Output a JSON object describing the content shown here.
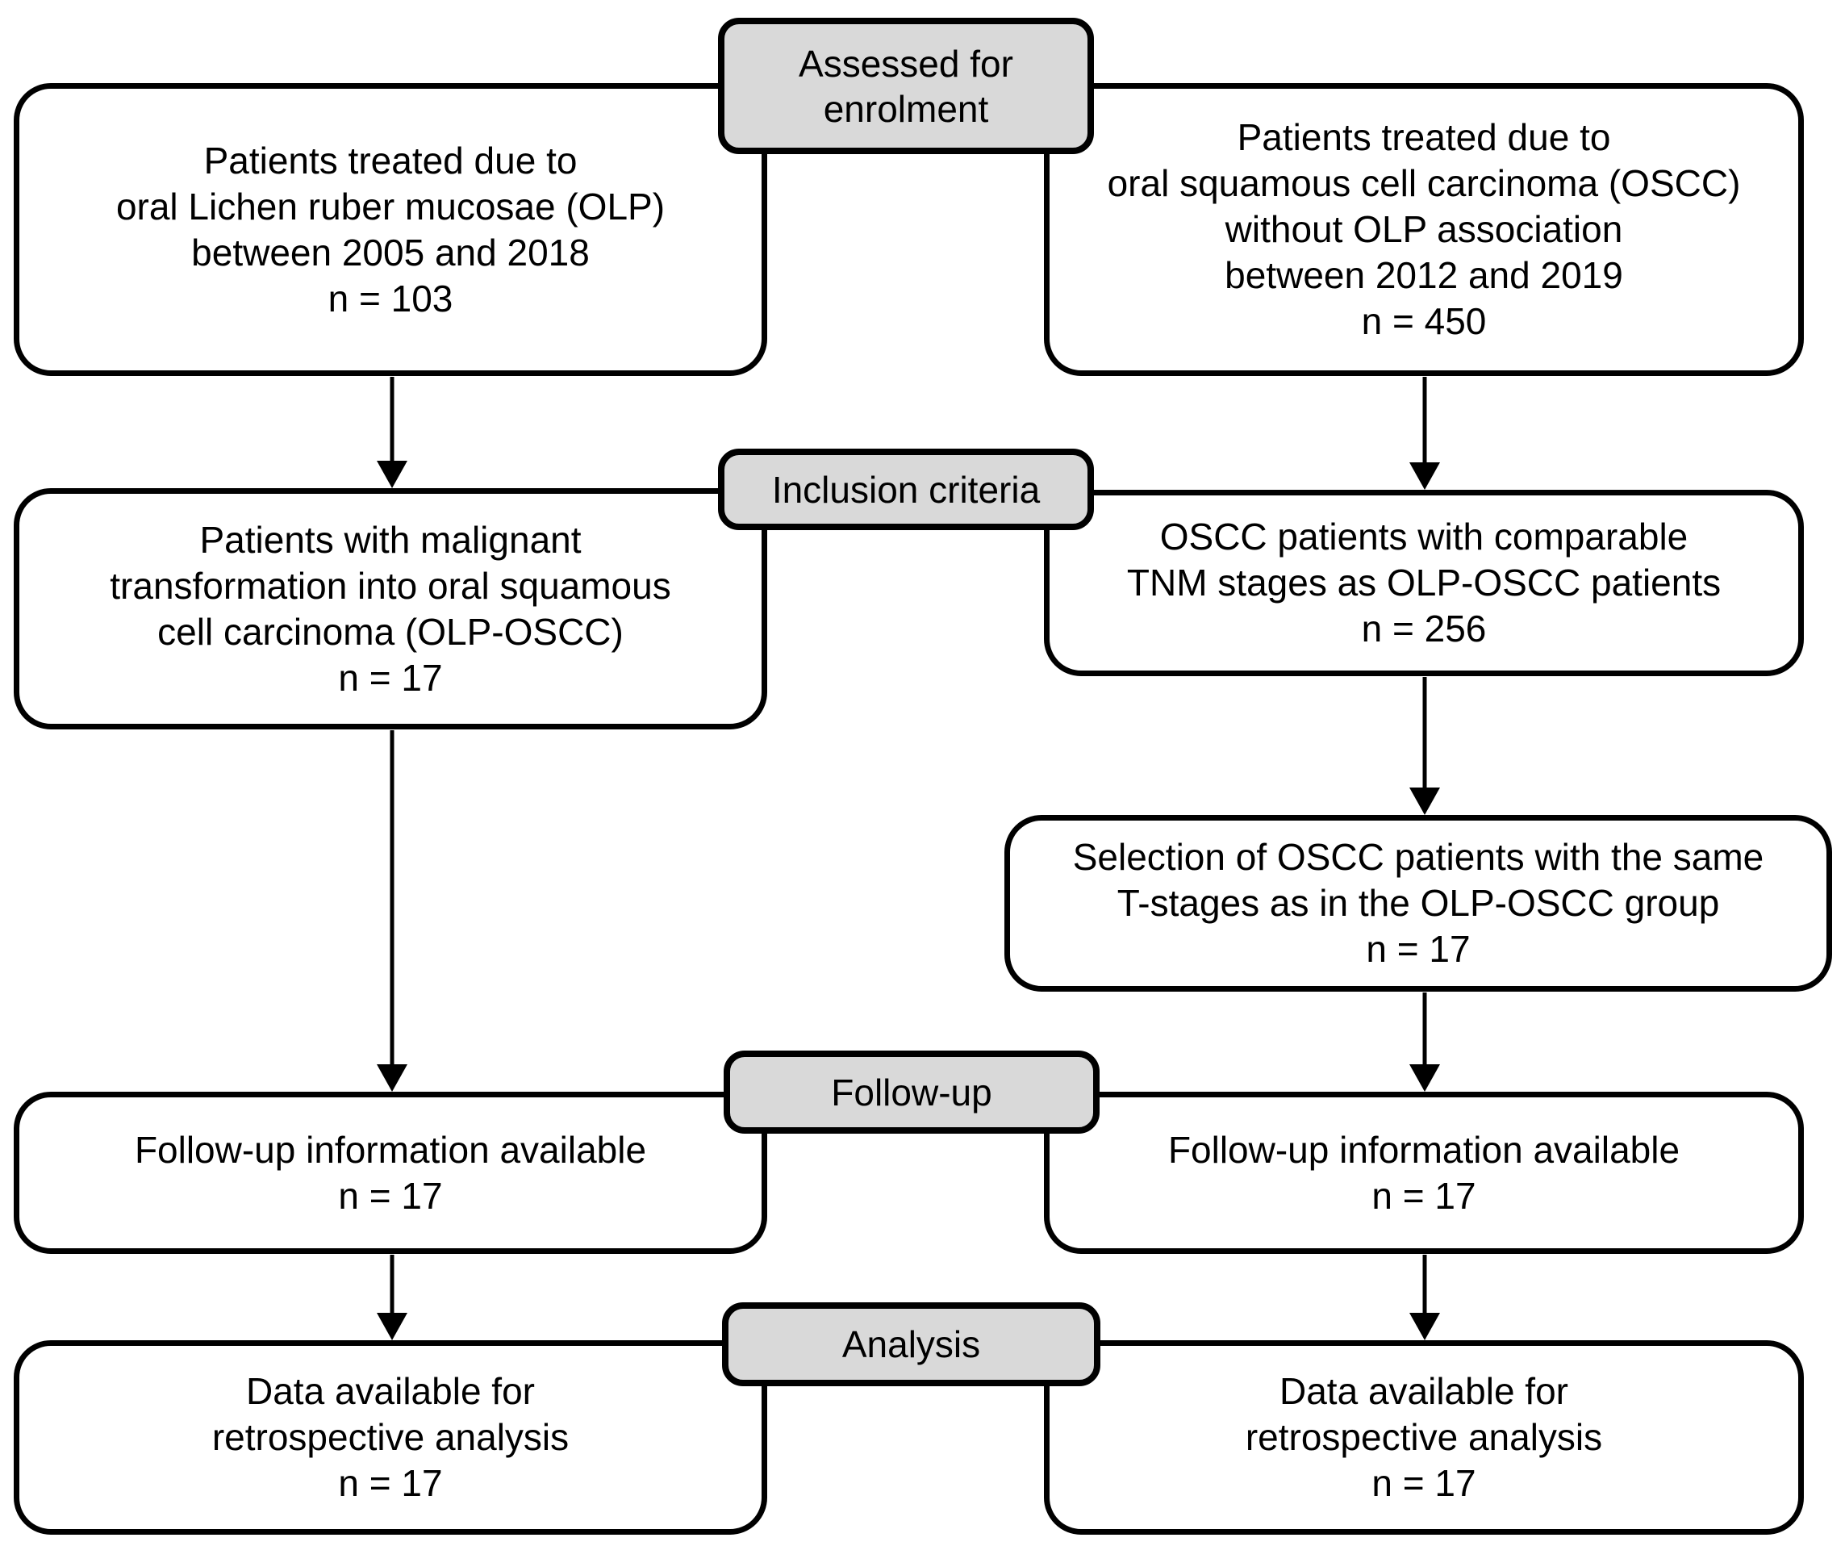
{
  "colors": {
    "stage_fill": "#d9d9d9",
    "box_fill": "#ffffff",
    "border": "#000000",
    "text": "#000000"
  },
  "stages": {
    "enrolment": {
      "lines": [
        "Assessed for",
        "enrolment"
      ]
    },
    "inclusion": {
      "lines": [
        "Inclusion criteria"
      ]
    },
    "followup": {
      "lines": [
        "Follow-up"
      ]
    },
    "analysis": {
      "lines": [
        "Analysis"
      ]
    }
  },
  "left_column": {
    "cohort": {
      "lines": [
        "Patients treated due to",
        "oral Lichen ruber mucosae (OLP)",
        "between 2005 and 2018",
        "n = 103"
      ]
    },
    "inclusion": {
      "lines": [
        "Patients with malignant",
        "transformation into oral squamous",
        "cell carcinoma (OLP-OSCC)",
        "n = 17"
      ]
    },
    "followup": {
      "lines": [
        "Follow-up information available",
        "n = 17"
      ]
    },
    "analysis": {
      "lines": [
        "Data available for",
        "retrospective analysis",
        "n = 17"
      ]
    }
  },
  "right_column": {
    "cohort": {
      "lines": [
        "Patients treated due to",
        "oral squamous cell carcinoma (OSCC)",
        "without OLP association",
        "between 2012 and 2019",
        "n = 450"
      ]
    },
    "inclusion": {
      "lines": [
        "OSCC patients with comparable",
        "TNM stages as OLP-OSCC patients",
        "n = 256"
      ]
    },
    "selection": {
      "lines": [
        "Selection of OSCC patients with the same",
        "T-stages as in the OLP-OSCC group",
        "n = 17"
      ]
    },
    "followup": {
      "lines": [
        "Follow-up information available",
        "n = 17"
      ]
    },
    "analysis": {
      "lines": [
        "Data available for",
        "retrospective analysis",
        "n = 17"
      ]
    }
  }
}
